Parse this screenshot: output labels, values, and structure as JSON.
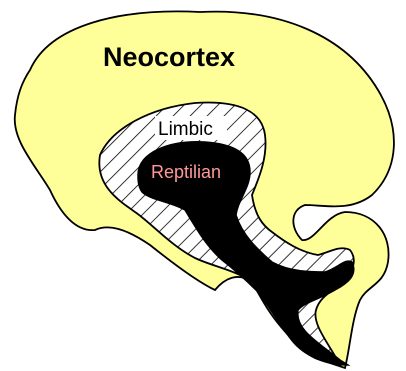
{
  "diagram": {
    "labels": {
      "neocortex": "Neocortex",
      "limbic": "Limbic",
      "reptilian": "Reptilian"
    },
    "colors": {
      "neocortex_fill": "#ffff99",
      "limbic_fill": "#ffffff",
      "limbic_hatch": "#000000",
      "reptilian_fill": "#000000",
      "outline": "#000000",
      "reptilian_label": "#ff9999",
      "label_text": "#000000"
    }
  }
}
